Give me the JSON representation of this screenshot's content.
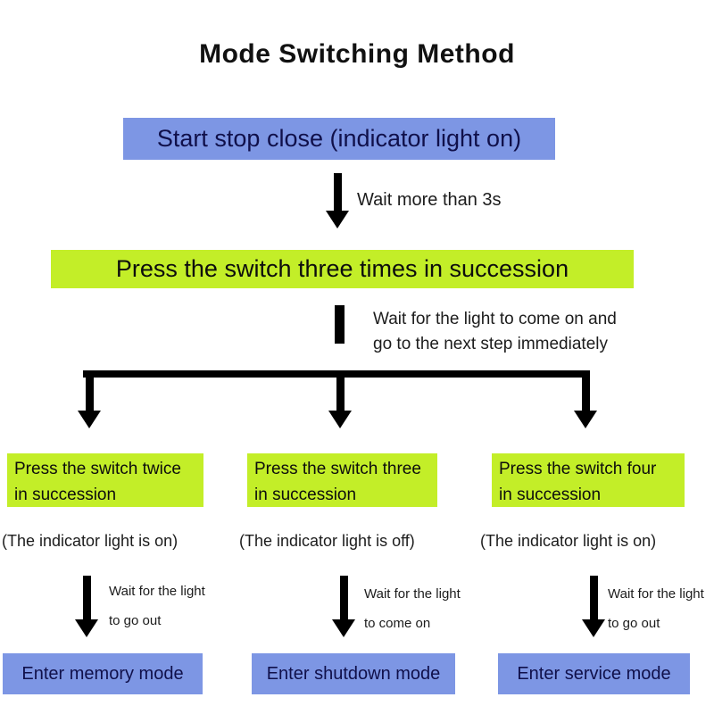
{
  "page": {
    "title": "Mode Switching Method"
  },
  "colors": {
    "blue": "#7d96e4",
    "green": "#c3ee28",
    "arrow": "#000000"
  },
  "flow": {
    "start_box": "Start stop close (indicator light on)",
    "edge1_label": "Wait more than 3s",
    "step2_box": "Press the switch three times in succession",
    "edge2_line1": "Wait for the light to come on and",
    "edge2_line2": "go to the next step immediately",
    "branches": [
      {
        "action_line1": "Press the switch twice",
        "action_line2": "in succession",
        "indicator": "(The indicator light is on)",
        "wait_line1": "Wait for the light",
        "wait_line2": "to go out",
        "result": "Enter memory mode"
      },
      {
        "action_line1": "Press the switch three",
        "action_line2": "in succession",
        "indicator": "(The indicator light is off)",
        "wait_line1": "Wait for the light",
        "wait_line2": "to come on",
        "result": "Enter shutdown mode"
      },
      {
        "action_line1": "Press the switch four",
        "action_line2": "in succession",
        "indicator": "(The indicator light is on)",
        "wait_line1": "Wait for the light",
        "wait_line2": "to go out",
        "result": "Enter service mode"
      }
    ]
  }
}
